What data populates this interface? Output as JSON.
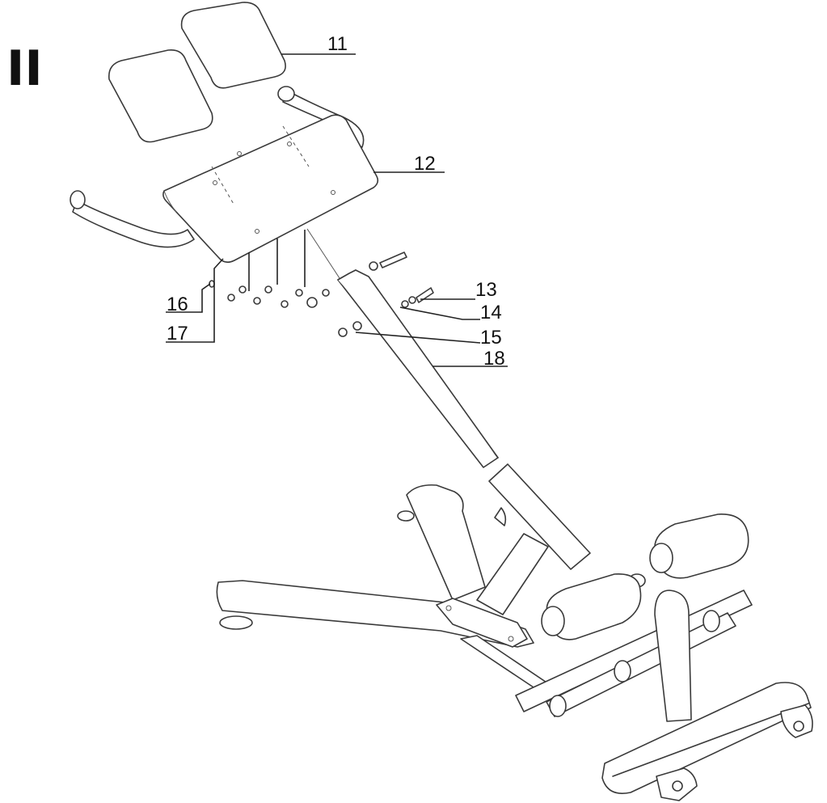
{
  "step_label": "II",
  "parts": [
    {
      "id": "11",
      "label": "11"
    },
    {
      "id": "12",
      "label": "12"
    },
    {
      "id": "13",
      "label": "13"
    },
    {
      "id": "14",
      "label": "14"
    },
    {
      "id": "15",
      "label": "15"
    },
    {
      "id": "16",
      "label": "16"
    },
    {
      "id": "17",
      "label": "17"
    },
    {
      "id": "18",
      "label": "18"
    }
  ]
}
